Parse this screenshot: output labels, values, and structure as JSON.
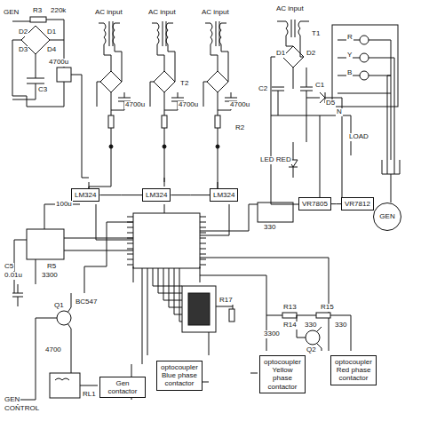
{
  "diagram": {
    "nodes": [
      {
        "text": [
          "VR7805"
        ]
      },
      {
        "text": [
          "VR7812"
        ]
      },
      {
        "text": [
          "LM324"
        ]
      },
      {
        "text": [
          "LM324"
        ]
      },
      {
        "text": [
          "LM324"
        ]
      },
      {
        "text": [
          "optocoupler",
          "Red phase contactor"
        ]
      },
      {
        "text": [
          "optocoupler",
          "Yellow phase contactor"
        ]
      },
      {
        "text": [
          "optocoupler",
          "Blue phase contactor"
        ]
      },
      {
        "text": [
          "Gen contactor"
        ]
      },
      {
        "text": [
          "GEN"
        ]
      }
    ],
    "edges": [
      {
        "from": 2,
        "to": 3,
        "arrow": "none"
      },
      {
        "from": 3,
        "to": 4,
        "arrow": "none"
      },
      {
        "from": 0,
        "to": 1,
        "arrow": "none"
      }
    ],
    "labels": [
      "GEN",
      "R3",
      "220k",
      "D2",
      "D3",
      "D1",
      "D4",
      "4700u",
      "C3",
      "AC input",
      "AC input",
      "AC input",
      "T2",
      "4700u",
      "4700u",
      "4700u",
      "R2",
      "AC input",
      "T1",
      "D1",
      "D2",
      "C1",
      "C2",
      "D5",
      "LED RED",
      "330",
      "LOAD",
      "N",
      "R",
      "Y",
      "B",
      "100u",
      "C5",
      "0.01u",
      "R5",
      "3300",
      "BC547",
      "Q1",
      "4700",
      "RL1",
      "GEN",
      "CONTROL",
      "R17",
      "R13",
      "R14",
      "3300",
      "330",
      "R15",
      "330",
      "Q2"
    ]
  }
}
